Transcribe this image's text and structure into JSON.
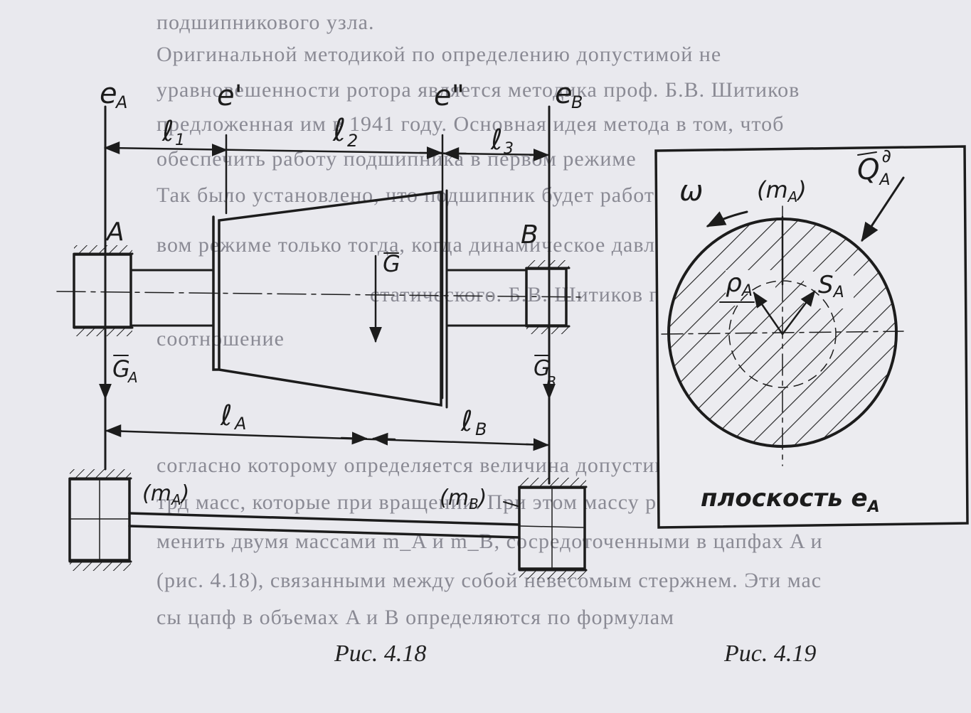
{
  "background_text": [
    "подшипникового узла.",
    "Оригинальной методикой по определению допустимой не",
    "уравновешенности ротора является методика проф. Б.В. Шитиков",
    "предложенная им в 1941 году. Основная идея метода в том, чтоб",
    "обеспечить работу подшипника в первом режиме",
    "Так было установлено, что подшипник будет работать в пер",
    "вом режиме только тогда, когда динамическое давление меньш",
    "статического. Б.В. Шитиков принял следующе",
    "соотношение",
    "согласно которому определяется величина допустимого",
    "трд масс, которые при вращении. При этом массу ротора удобнее за",
    "менить двумя массами m_A и m_B, сосредоточенными в цапфах A и",
    "(рис. 4.18), связанными между собой невесомым стержнем. Эти мас",
    "сы цапф в объемах A и B определяются по формулам"
  ],
  "fig418": {
    "caption": "Рис. 4.18",
    "plane_labels": {
      "eA": "e",
      "eA_sub": "A",
      "e1": "e'",
      "e2": "e\"",
      "eB": "e",
      "eB_sub": "B"
    },
    "dim_labels": {
      "l1": "ℓ",
      "l1_sub": "1",
      "l2": "ℓ",
      "l2_sub": "2",
      "l3": "ℓ",
      "l3_sub": "3",
      "lA": "ℓ",
      "lA_sub": "A",
      "lB": "ℓ",
      "lB_sub": "B"
    },
    "support_labels": {
      "A": "A",
      "B": "B"
    },
    "forces": {
      "G": "G",
      "GA": "G",
      "GA_sub": "A",
      "GB": "G",
      "GB_sub": "B"
    },
    "masses": {
      "mA": "(m",
      "mA_sub": "A",
      "mA_close": ")",
      "mB": "(m",
      "mB_sub": "B",
      "mB_close": ")"
    }
  },
  "fig419": {
    "caption": "Рис. 4.19",
    "omega": "ω",
    "Q": "Q",
    "Q_sub": "A",
    "Q_sup": "∂",
    "mass": "(m",
    "mass_sub": "A",
    "mass_close": ")",
    "rho": "ρ",
    "rho_sub": "A",
    "S": "S",
    "S_sub": "A",
    "plane_word": "плоскость e",
    "plane_sub": "A"
  }
}
